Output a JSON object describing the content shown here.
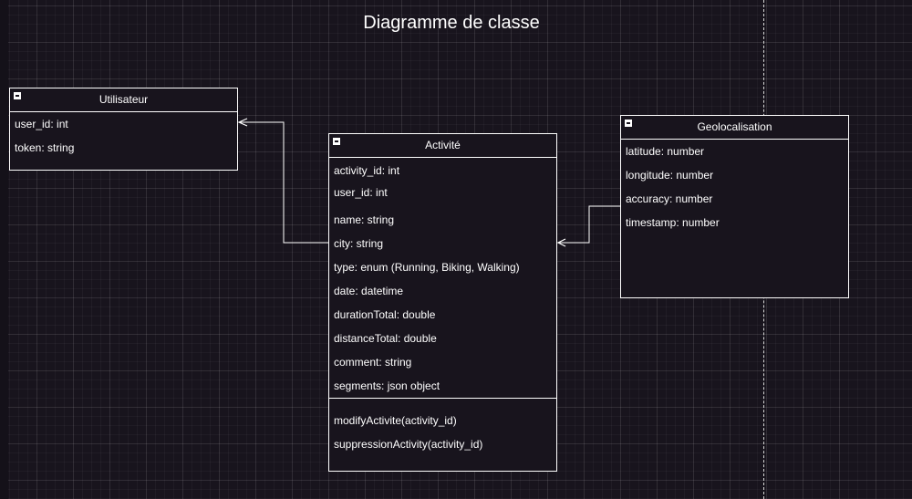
{
  "diagram": {
    "title": "Diagramme de classe"
  },
  "classes": {
    "utilisateur": {
      "name": "Utilisateur",
      "attributes": [
        "user_id: int",
        "token: string"
      ]
    },
    "activite": {
      "name": "Activité",
      "attributes": [
        "activity_id: int",
        "user_id: int",
        "name: string",
        "city: string",
        "type: enum (Running, Biking, Walking)",
        "date: datetime",
        "durationTotal: double",
        "distanceTotal: double",
        "comment: string",
        "segments: json object"
      ],
      "methods": [
        "modifyActivite(activity_id)",
        "suppressionActivity(activity_id)"
      ]
    },
    "geolocalisation": {
      "name": "Geolocalisation",
      "attributes": [
        "latitude: number",
        "longitude: number",
        "accuracy: number",
        "timestamp: number"
      ]
    }
  },
  "colors": {
    "background": "#18141d",
    "stroke": "#ffffff",
    "grid": "#2e2a33"
  },
  "icons": {
    "collapse": "minus-square-icon",
    "arrow": "open-arrowhead"
  }
}
